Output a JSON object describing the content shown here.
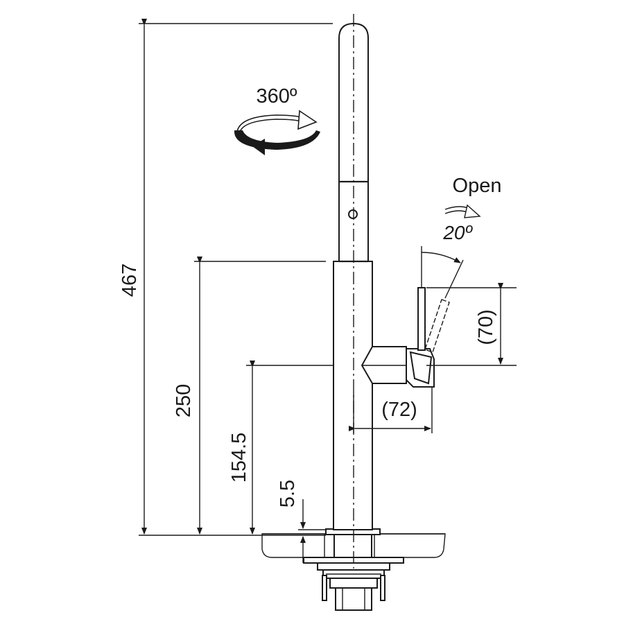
{
  "diagram": {
    "dimensions": {
      "total_height": "467",
      "spout_height": "250",
      "lever_axis_height": "154.5",
      "mount_offset": "5.5",
      "lever_height": "(70)",
      "lever_reach": "(72)"
    },
    "annotations": {
      "rotation": "360º",
      "open_label": "Open",
      "open_angle": "20º"
    }
  }
}
